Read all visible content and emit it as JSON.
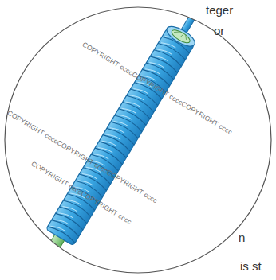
{
  "diagram": {
    "labels": [
      "teger",
      "or",
      "n",
      "is st",
      "COPYRIGHT ccccCOPYRIGHT ccccCOPYRIGHT cccc",
      "COPYRIGHT ccccCOPYRIGHT ccccCOPYRIGHT cccc",
      "COPYRIGHT ccccCOPYRIGHT cccc"
    ]
  }
}
